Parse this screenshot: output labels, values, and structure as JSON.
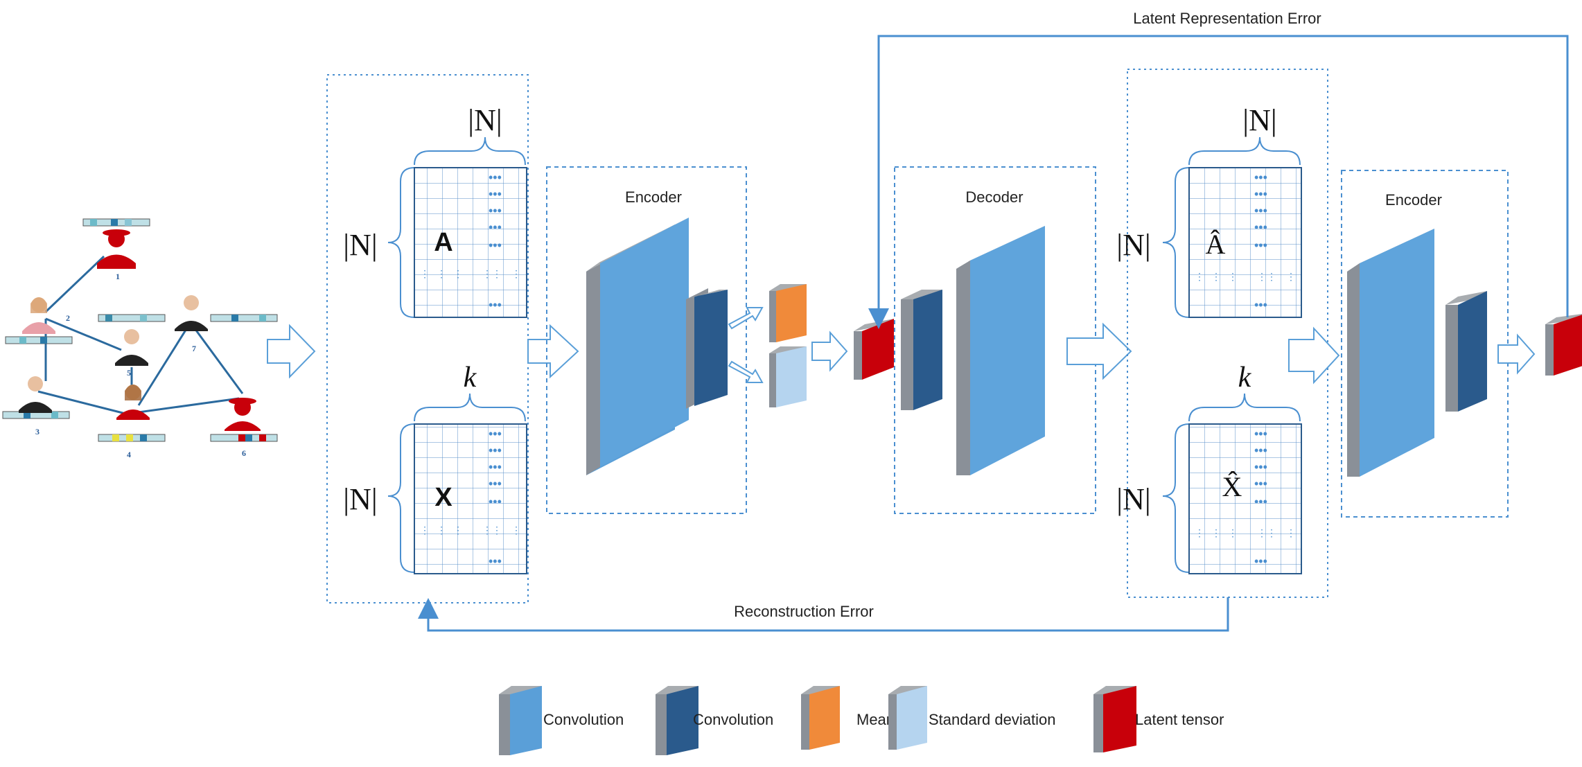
{
  "title_latent_error": "Latent Representation Error",
  "title_reconstruction_error": "Reconstruction Error",
  "encoder1_label": "Encoder",
  "decoder_label": "Decoder",
  "encoder2_label": "Encoder",
  "input_matrices": {
    "n_label": "|N|",
    "k_label": "k",
    "a_label": "A",
    "x_label": "X"
  },
  "output_matrices": {
    "n_label": "|N|",
    "k_label": "k",
    "a_label": "Â",
    "x_label": "X̂"
  },
  "graph_nodes": [
    "1",
    "2",
    "3",
    "4",
    "5",
    "6",
    "7"
  ],
  "legend": [
    {
      "label": "Convolution",
      "color": "#5a9fd8"
    },
    {
      "label": "Convolution",
      "color": "#2a5a8c"
    },
    {
      "label": "Mean",
      "color": "#f08a3a"
    },
    {
      "label": "Standard deviation",
      "color": "#b5d4ef"
    },
    {
      "label": "Latent tensor",
      "color": "#c8000a"
    }
  ]
}
